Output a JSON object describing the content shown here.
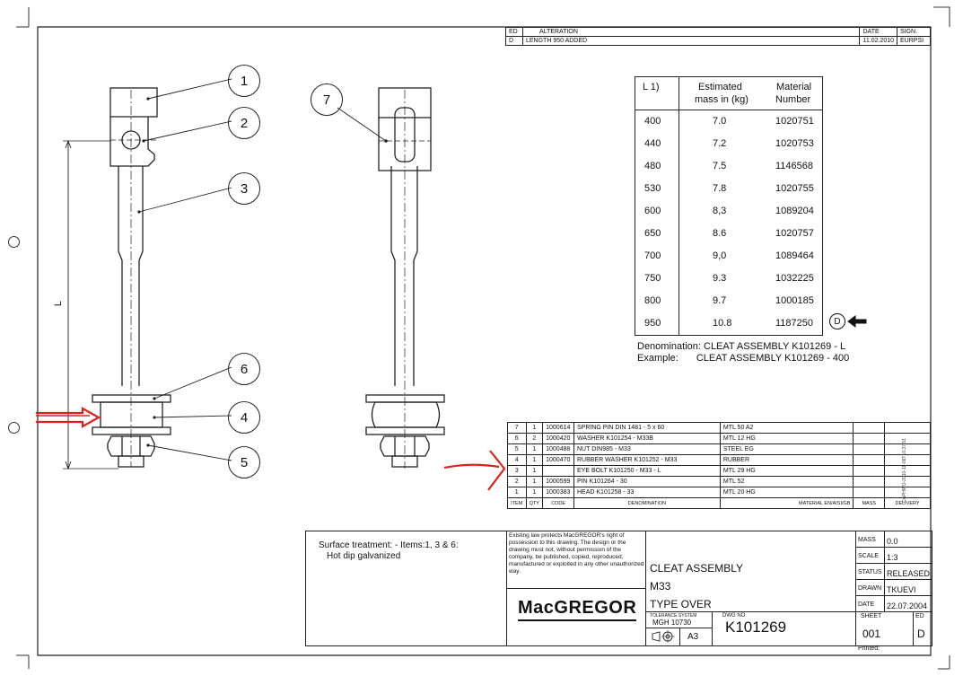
{
  "revision": {
    "headers": {
      "ed": "ED",
      "alteration": "ALTERATION",
      "date": "DATE",
      "sign": "SIGN."
    },
    "row": {
      "ed": "D",
      "alteration": "LENGTH 950 ADDED",
      "date": "11.02.2010",
      "sign": "EURPSI"
    }
  },
  "balloons": [
    "1",
    "2",
    "3",
    "4",
    "5",
    "6",
    "7"
  ],
  "dim_label": "L",
  "mass_table": {
    "headers": {
      "l": "L 1)",
      "mass_1": "Estimated",
      "mass_2": "mass in (kg)",
      "mat_1": "Material",
      "mat_2": "Number"
    },
    "rows": [
      {
        "l": "400",
        "mass": "7.0",
        "number": "1020751"
      },
      {
        "l": "440",
        "mass": "7.2",
        "number": "1020753"
      },
      {
        "l": "480",
        "mass": "7.5",
        "number": "1146568"
      },
      {
        "l": "530",
        "mass": "7.8",
        "number": "1020755"
      },
      {
        "l": "600",
        "mass": "8,3",
        "number": "1089204"
      },
      {
        "l": "650",
        "mass": "8.6",
        "number": "1020757"
      },
      {
        "l": "700",
        "mass": "9,0",
        "number": "1089464"
      },
      {
        "l": "750",
        "mass": "9.3",
        "number": "1032225"
      },
      {
        "l": "800",
        "mass": "9.7",
        "number": "1000185"
      },
      {
        "l": "950",
        "mass": "10.8",
        "number": "1187250"
      }
    ],
    "rev_marker": "D"
  },
  "denomination": {
    "label": "Denomination:",
    "value": "CLEAT ASSEMBLY K101269 - L",
    "example_label": "Example:",
    "example_value": "CLEAT ASSEMBLY K101269 - 400"
  },
  "parts_list": {
    "headers": {
      "item": "ITEM",
      "qty": "QTY",
      "code": "CODE",
      "denomination": "DENOMINATION",
      "material": "MATERIAL EN/AISI/GB",
      "mass": "MASS",
      "delivery": "DELIVERY"
    },
    "rows": [
      {
        "item": "7",
        "qty": "1",
        "code": "1000614",
        "denom": "SPRING PIN DIN 1481 - 5 x 60",
        "material": "MTL 50 A2"
      },
      {
        "item": "6",
        "qty": "2",
        "code": "1000420",
        "denom": "WASHER K101254 - M33B",
        "material": "MTL 12 HG"
      },
      {
        "item": "5",
        "qty": "1",
        "code": "1000488",
        "denom": "NUT DIN985 - M33",
        "material": "STEEL EG"
      },
      {
        "item": "4",
        "qty": "1",
        "code": "1000470",
        "denom": "RUBBER WASHER K101252 - M33",
        "material": "RUBBER"
      },
      {
        "item": "3",
        "qty": "1",
        "code": "",
        "denom": "EYE BOLT K101250 - M33 - L",
        "material": "MTL 29 HG"
      },
      {
        "item": "2",
        "qty": "1",
        "code": "1000599",
        "denom": "PIN K101264 - 30",
        "material": "MTL 52"
      },
      {
        "item": "1",
        "qty": "1",
        "code": "1000383",
        "denom": "HEAD K101258 - 33",
        "material": "MTL 20 HG"
      }
    ]
  },
  "surface": {
    "line1": "Surface treatment: - Items:1, 3 & 6:",
    "line2": "Hot dip galvanized"
  },
  "copyright": "Existing law protects MacGREGOR's right of possession to this drawing. The design or the drawing must not, without permission of the company, be published, copied, reproduced, manufactured or exploited in any other unauthorized way.",
  "title_block": {
    "logo": "MacGREGOR",
    "title1": "CLEAT ASSEMBLY",
    "title2": "M33",
    "title3": "TYPE OVER",
    "tol_label": "TOLERANCE SYSTEM",
    "tol_value": "MGH 10730",
    "size": "A3",
    "dwg_label": "DWG NO",
    "dwg_no": "K101269",
    "mass_label": "MASS",
    "mass_value": "0.0",
    "scale_label": "SCALE",
    "scale_value": "1:3",
    "status_label": "STATUS",
    "status_value": "RELEASED",
    "drawn_label": "DRAWN",
    "drawn_value": "TKUEVI",
    "date_label": "DATE",
    "date_value": "22.07.2004",
    "sheet_label": "SHEET",
    "sheet_value": "001",
    "ed_label": "ED",
    "ed_value": "D",
    "printed_label": "Printed:"
  },
  "side_stamp": "CAPHWIJ-2010-11-08T10:37:51"
}
